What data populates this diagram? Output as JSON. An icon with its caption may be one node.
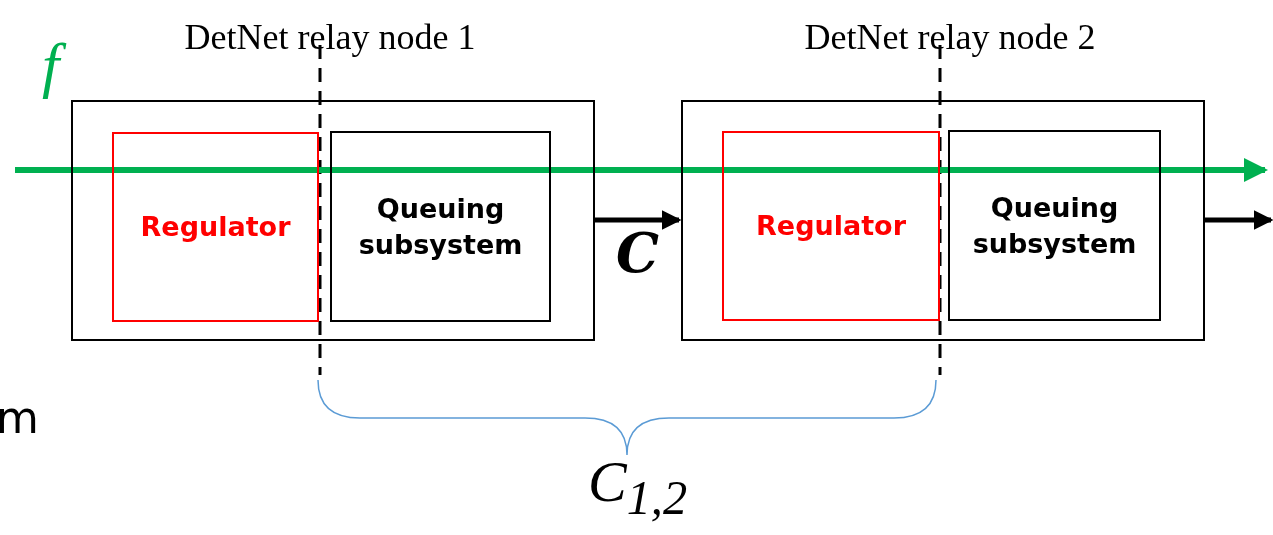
{
  "diagram": {
    "nodes": [
      {
        "text": [],
        "shape": "box"
      },
      {
        "text": [
          "Regulator"
        ],
        "in": 0
      },
      {
        "text": [
          "Queuing subsystem"
        ],
        "in": 0
      },
      {
        "text": [],
        "shape": "box"
      },
      {
        "text": [
          "Regulator"
        ],
        "in": 3
      },
      {
        "text": [
          "Queuing subsystem"
        ],
        "in": 3
      }
    ],
    "edges": [
      {
        "from": 0,
        "to": 3,
        "arrow": "to",
        "label": "C"
      },
      {
        "from": 3,
        "to": null,
        "arrow": "to"
      }
    ],
    "labels": [
      "DetNet relay node 1",
      "DetNet relay node 2",
      "f",
      "m",
      "C$_{1,2}$"
    ]
  }
}
